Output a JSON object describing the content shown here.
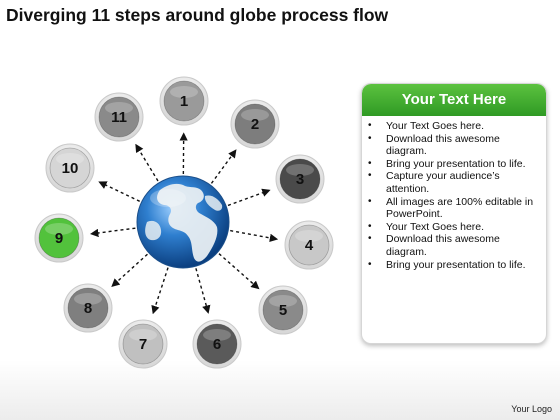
{
  "title": "Diverging 11 steps around globe process flow",
  "steps": [
    {
      "label": "1",
      "color": "#9a9a9a"
    },
    {
      "label": "2",
      "color": "#7d7d7d"
    },
    {
      "label": "3",
      "color": "#4a4a4a"
    },
    {
      "label": "4",
      "color": "#c8c8c8"
    },
    {
      "label": "5",
      "color": "#8a8a8a"
    },
    {
      "label": "6",
      "color": "#5a5a5a"
    },
    {
      "label": "7",
      "color": "#c0c0c0"
    },
    {
      "label": "8",
      "color": "#7f7f7f"
    },
    {
      "label": "9",
      "color": "#52c23c",
      "highlight": true
    },
    {
      "label": "10",
      "color": "#d5d5d5"
    },
    {
      "label": "11",
      "color": "#8a8a8a"
    }
  ],
  "panel": {
    "header": "Your Text Here",
    "header_color": "#3ba72c",
    "bullets": [
      "Your Text Goes here.",
      "Download this awesome diagram.",
      "Bring your presentation to life.",
      "Capture your audience’s attention.",
      "All images are 100% editable in PowerPoint.",
      "Your Text Goes here.",
      "Download this awesome diagram.",
      "Bring your presentation to life."
    ]
  },
  "logo": "Your Logo",
  "icons": [
    "globe-icon",
    "arrow-icon"
  ]
}
